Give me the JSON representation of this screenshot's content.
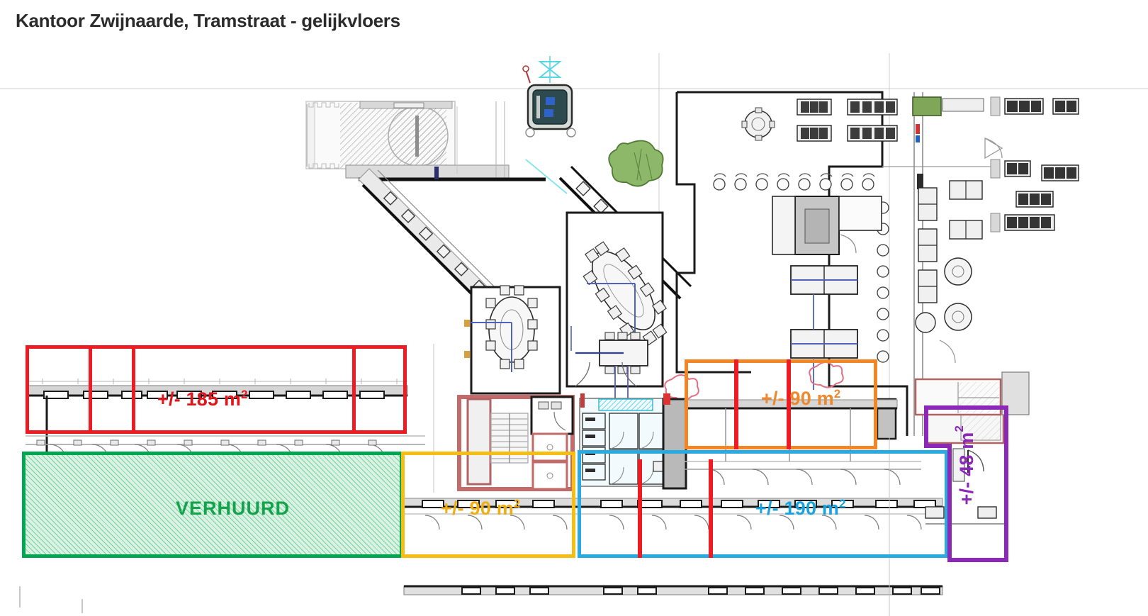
{
  "header": {
    "title": "Kantoor Zwijnaarde, Tramstraat - gelijkvloers"
  },
  "plan": {
    "description": "Gelijkvloers floor plan drawing with coloured lease zones",
    "background_color": "#ffffff"
  },
  "zones": [
    {
      "id": "red",
      "name": "zone-185",
      "label_prefix": "+/- 185 m",
      "label_sup": "2",
      "area_m2": 185,
      "color": "#ED1C24",
      "status": "beschikbaar",
      "fill": "none"
    },
    {
      "id": "green",
      "name": "zone-verhuurd",
      "label_prefix": "VERHUURD",
      "label_sup": "",
      "area_m2": null,
      "color": "#00A651",
      "status": "verhuurd",
      "fill": "#d9f2e2"
    },
    {
      "id": "yellow",
      "name": "zone-90-yellow",
      "label_prefix": "+/- 90 m",
      "label_sup": "2",
      "area_m2": 90,
      "color": "#F5BE15",
      "status": "beschikbaar",
      "fill": "none"
    },
    {
      "id": "cyan",
      "name": "zone-190",
      "label_prefix": "+/- 190 m",
      "label_sup": "2",
      "area_m2": 190,
      "color": "#29ABE2",
      "status": "beschikbaar",
      "fill": "none"
    },
    {
      "id": "orange",
      "name": "zone-90-orange",
      "label_prefix": "+/- 90 m",
      "label_sup": "2",
      "area_m2": 90,
      "color": "#F28627",
      "status": "beschikbaar",
      "fill": "none"
    },
    {
      "id": "purple",
      "name": "zone-48",
      "label_prefix": "+/- 48 m",
      "label_sup": "2",
      "area_m2": 48,
      "color": "#8B28B8",
      "status": "beschikbaar",
      "fill": "none"
    }
  ],
  "labels": {
    "red": "+/- 185 m",
    "green": "VERHUURD",
    "yellow": "+/- 90 m",
    "cyan": "+/- 190 m",
    "orange": "+/- 90 m",
    "purple": "+/- 48 m",
    "superscript": "2"
  }
}
